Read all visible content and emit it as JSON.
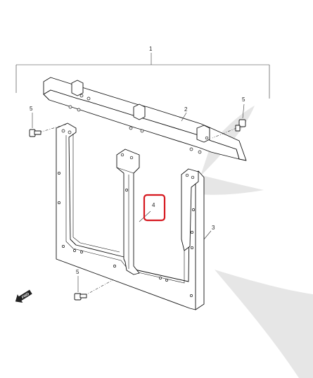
{
  "diagram": {
    "callouts": {
      "assembly": "1",
      "bracket": "2",
      "frame": "3",
      "highlighted_part": "4",
      "bolt_upper_left": "5",
      "bolt_upper_right": "5",
      "bolt_lower": "5"
    },
    "forward_marker": "FWD",
    "colors": {
      "highlight": "#d6181f",
      "watermark": "#e6e6e6",
      "line": "#111111"
    },
    "icons": [
      "bolt-icon",
      "forward-arrow-icon"
    ]
  }
}
